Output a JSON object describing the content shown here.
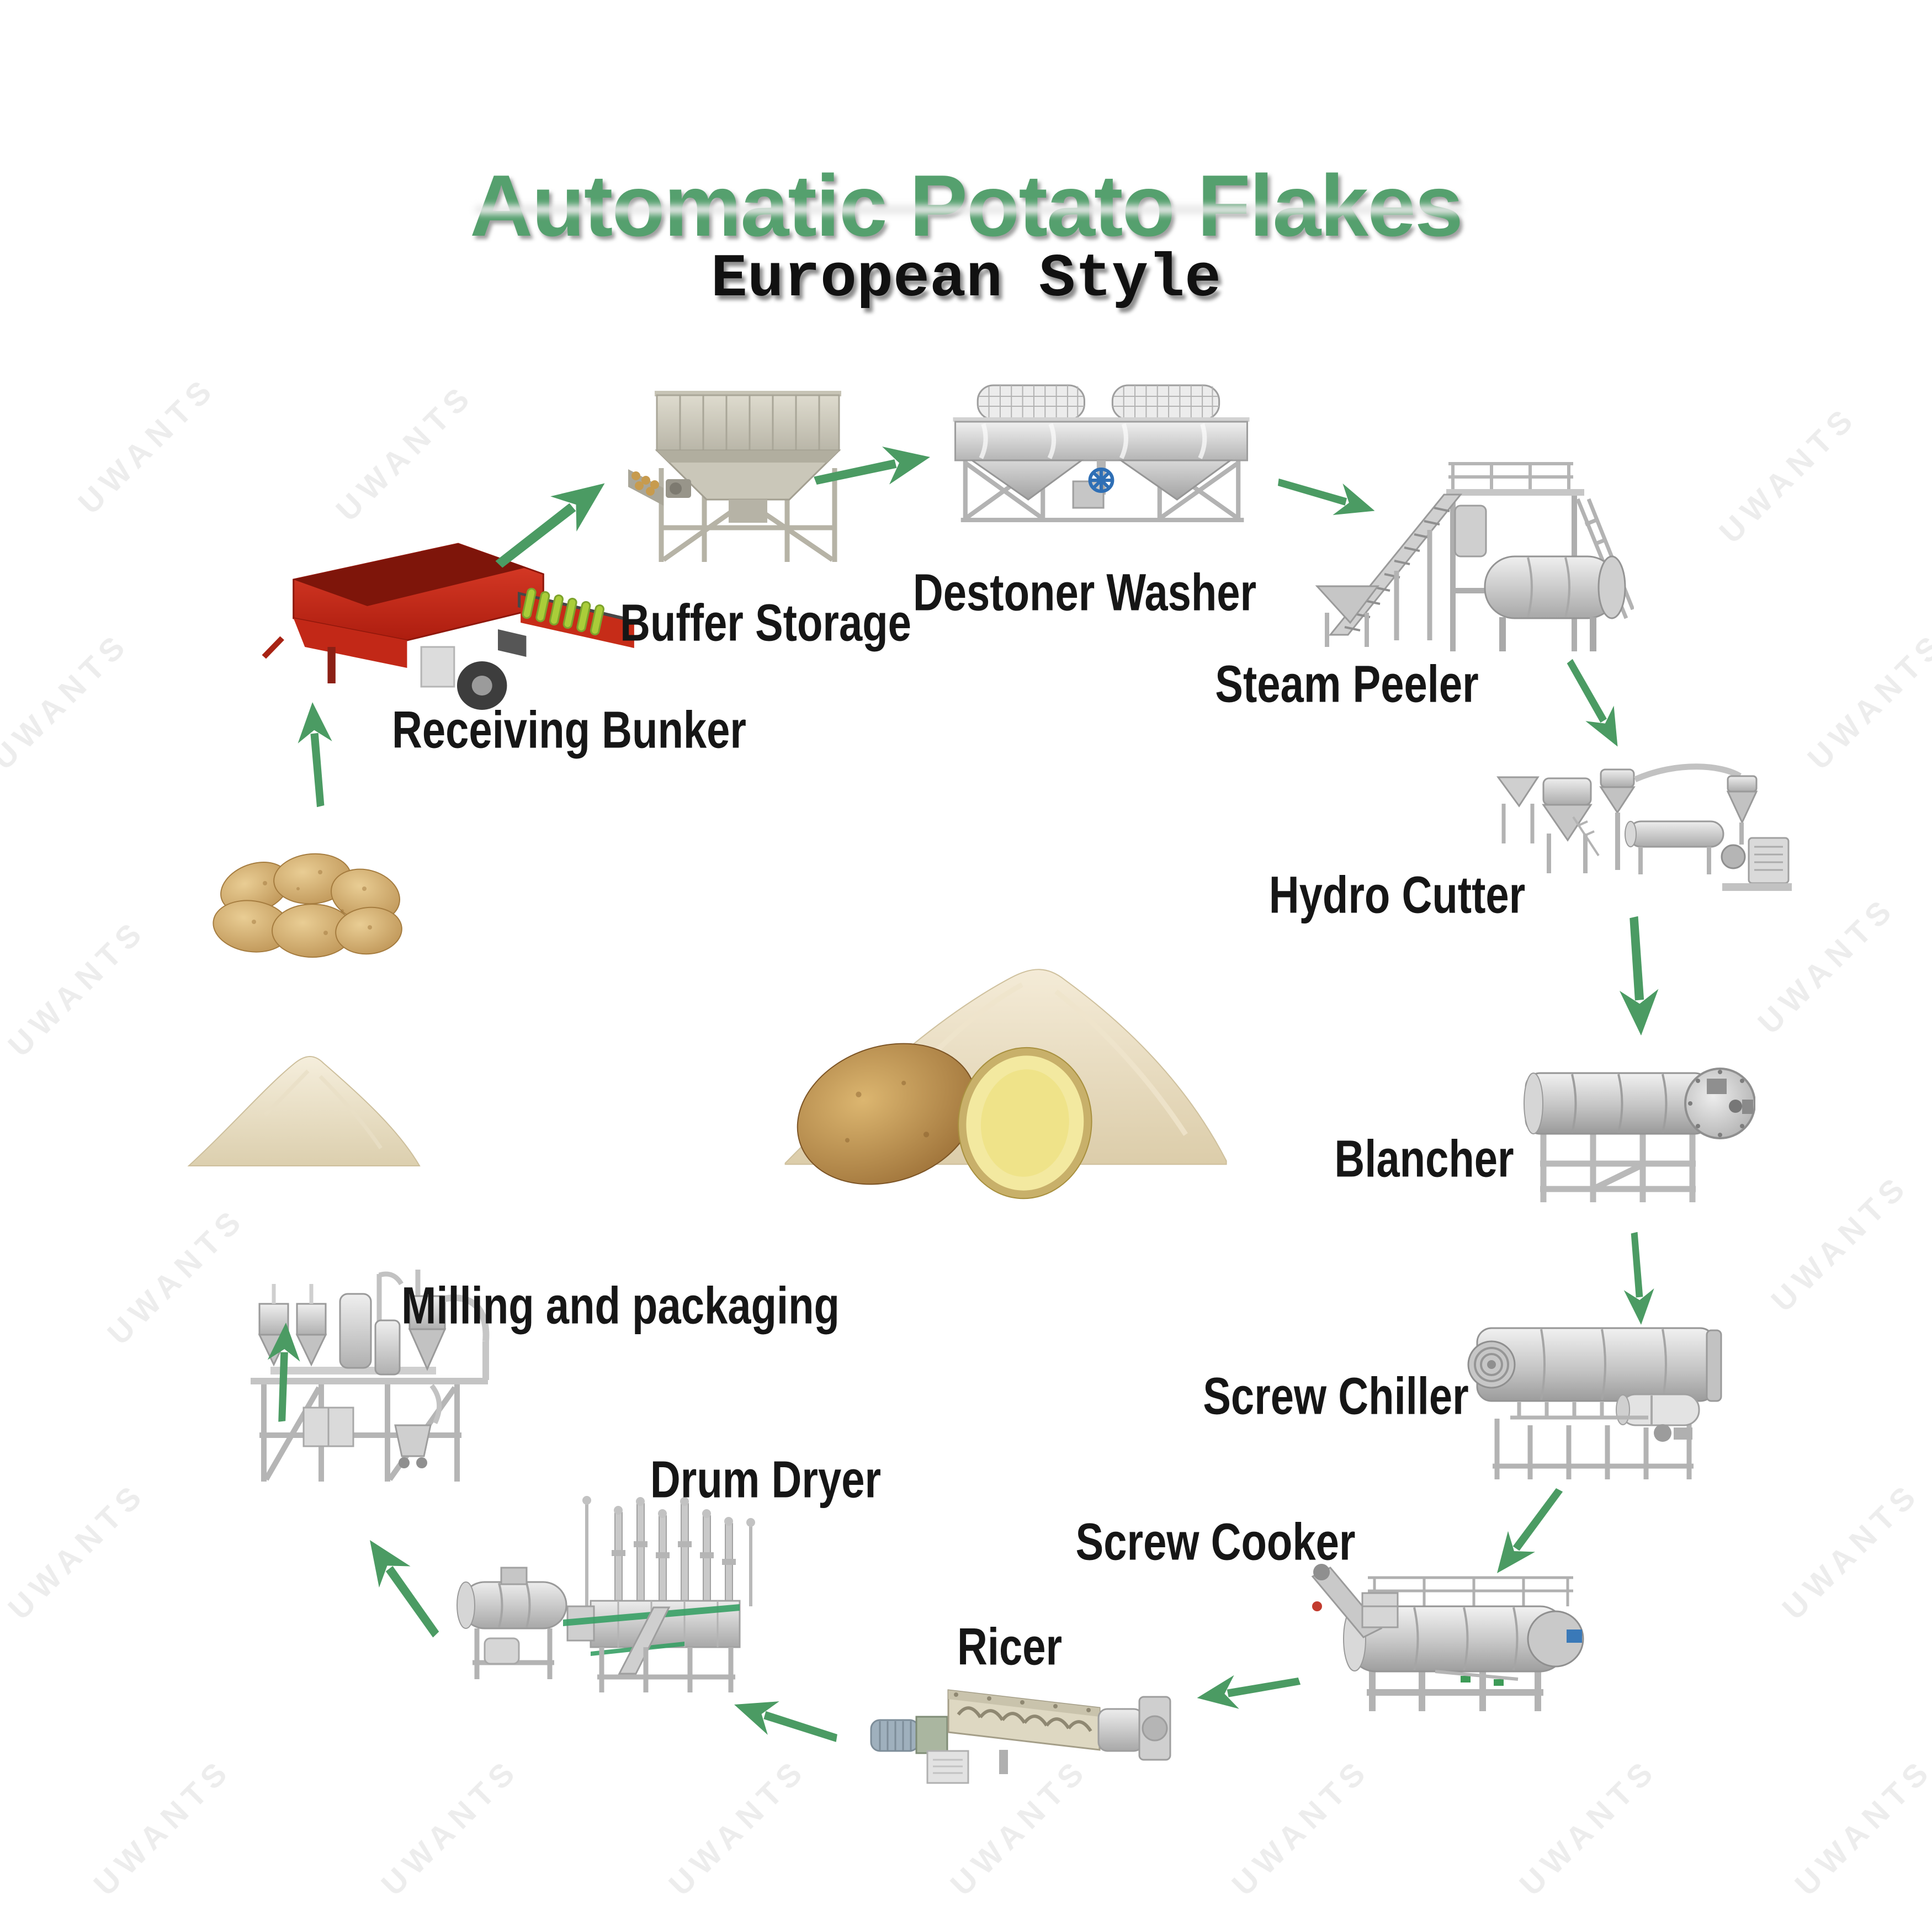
{
  "title": {
    "text": "Automatic Potato Flakes",
    "subtitle": "European Style"
  },
  "watermark": "UWANTS",
  "colors": {
    "title_green": "#55a06e",
    "arrow_green": "#4b9b63",
    "label_black": "#161616",
    "watermark_gray": "#ededed"
  },
  "flow": {
    "steps": [
      {
        "id": "receiving-bunker",
        "label": "Receiving Bunker"
      },
      {
        "id": "buffer-storage",
        "label": "Buffer Storage"
      },
      {
        "id": "destoner-washer",
        "label": "Destoner Washer"
      },
      {
        "id": "steam-peeler",
        "label": "Steam Peeler"
      },
      {
        "id": "hydro-cutter",
        "label": "Hydro Cutter"
      },
      {
        "id": "blancher",
        "label": "Blancher"
      },
      {
        "id": "screw-chiller",
        "label": "Screw Chiller"
      },
      {
        "id": "screw-cooker",
        "label": "Screw Cooker"
      },
      {
        "id": "ricer",
        "label": "Ricer"
      },
      {
        "id": "drum-dryer",
        "label": "Drum Dryer"
      },
      {
        "id": "milling-packaging",
        "label": "Milling and packaging"
      }
    ]
  }
}
